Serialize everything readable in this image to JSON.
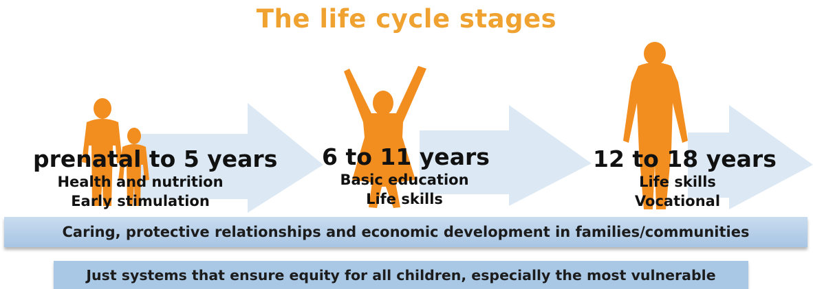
{
  "title": "The life cycle stages",
  "icons": {
    "arrow": "right-chevron-arrow-shape",
    "children": "two-children-silhouette",
    "girl": "girl-arms-raised-silhouette",
    "adolescent": "adolescent-standing-silhouette"
  },
  "colors": {
    "title": "#f0a231",
    "figures": "#f28d1f",
    "arrows": "#dce9f4",
    "bands": "#a9c8e6",
    "text": "#111111"
  },
  "stages": [
    {
      "title": "prenatal to 5 years",
      "items": [
        "Health and nutrition",
        "Early stimulation"
      ]
    },
    {
      "title": "6 to 11 years",
      "items": [
        "Basic education",
        "Life skills"
      ]
    },
    {
      "title": "12 to 18 years",
      "items": [
        "Life skills",
        "Vocational"
      ]
    }
  ],
  "bands": [
    "Caring, protective relationships and economic development in families/communities",
    "Just systems that ensure equity for all children, especially the most vulnerable"
  ]
}
